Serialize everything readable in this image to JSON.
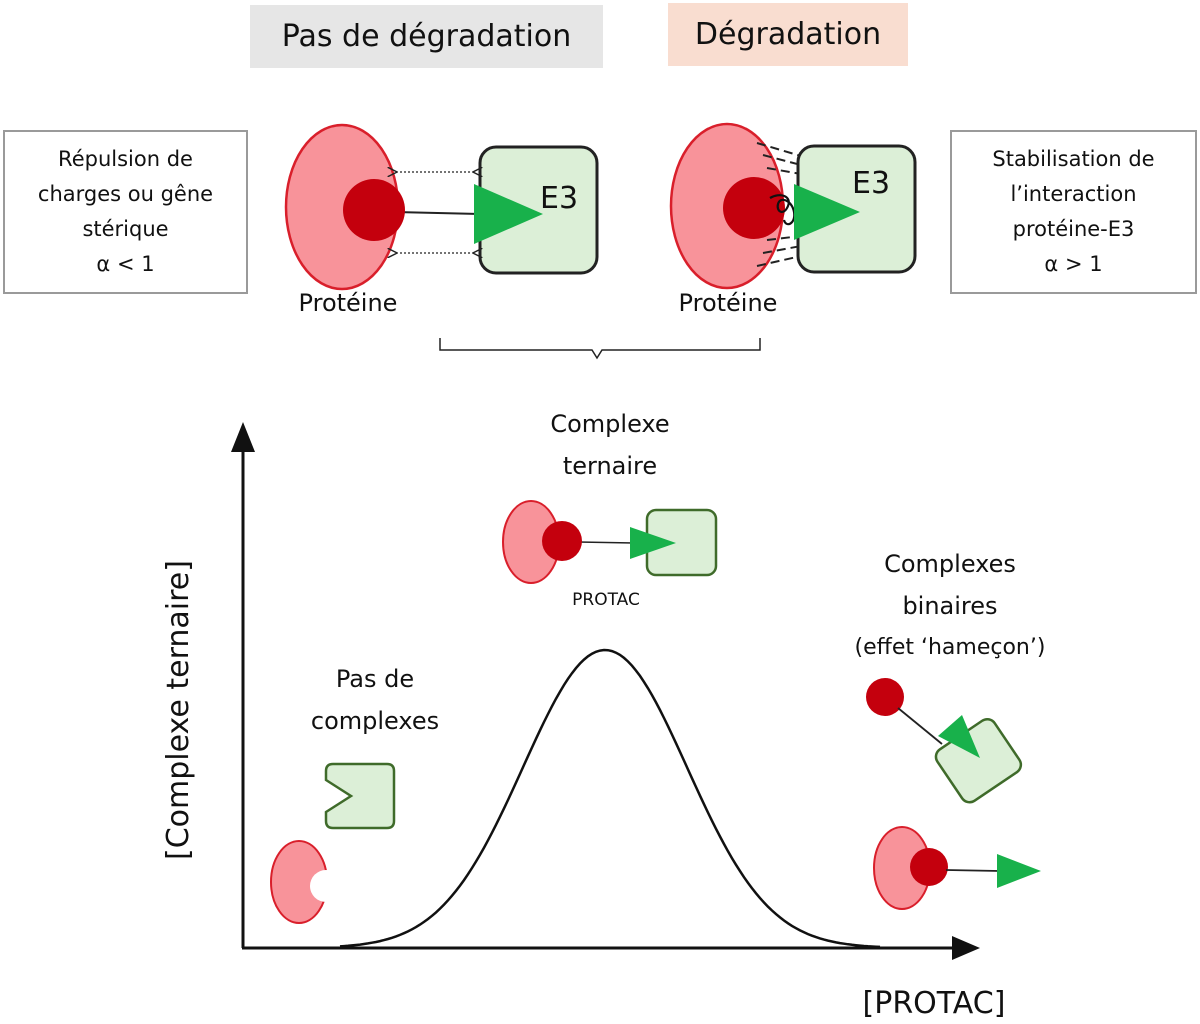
{
  "headers": {
    "no_degradation": "Pas de dégradation",
    "degradation": "Dégradation"
  },
  "left_box": {
    "line1": "Répulsion de",
    "line2": "charges ou gêne",
    "line3": "stérique",
    "line4": "α < 1"
  },
  "right_box": {
    "line1": "Stabilisation de",
    "line2": "l’interaction",
    "line3": "protéine-E3",
    "line4": "α > 1"
  },
  "top_left_complex": {
    "e3_label": "E3",
    "protein_label": "Protéine"
  },
  "top_right_complex": {
    "e3_label": "E3",
    "protein_label": "Protéine"
  },
  "graph": {
    "ylabel": "[Complexe ternaire]",
    "xlabel": "[PROTAC]",
    "ternary": {
      "line1": "Complexe",
      "line2": "ternaire",
      "protac_label": "PROTAC"
    },
    "no_complex": {
      "line1": "Pas de",
      "line2": "complexes"
    },
    "binary": {
      "line1": "Complexes",
      "line2": "binaires",
      "line3": "(effet ‘hameçon’)"
    }
  },
  "colors": {
    "protein_fill": "#f8939a",
    "protein_stroke": "#d91f2b",
    "warhead": "#c4000d",
    "e3_fill": "#dcefd7",
    "e3_stroke": "#2b2b2b",
    "e3_stroke_small": "#3f6b2a",
    "ligand": "#18b14b",
    "header_gray": "#e6e6e6",
    "header_peach": "#f9ddd0"
  }
}
